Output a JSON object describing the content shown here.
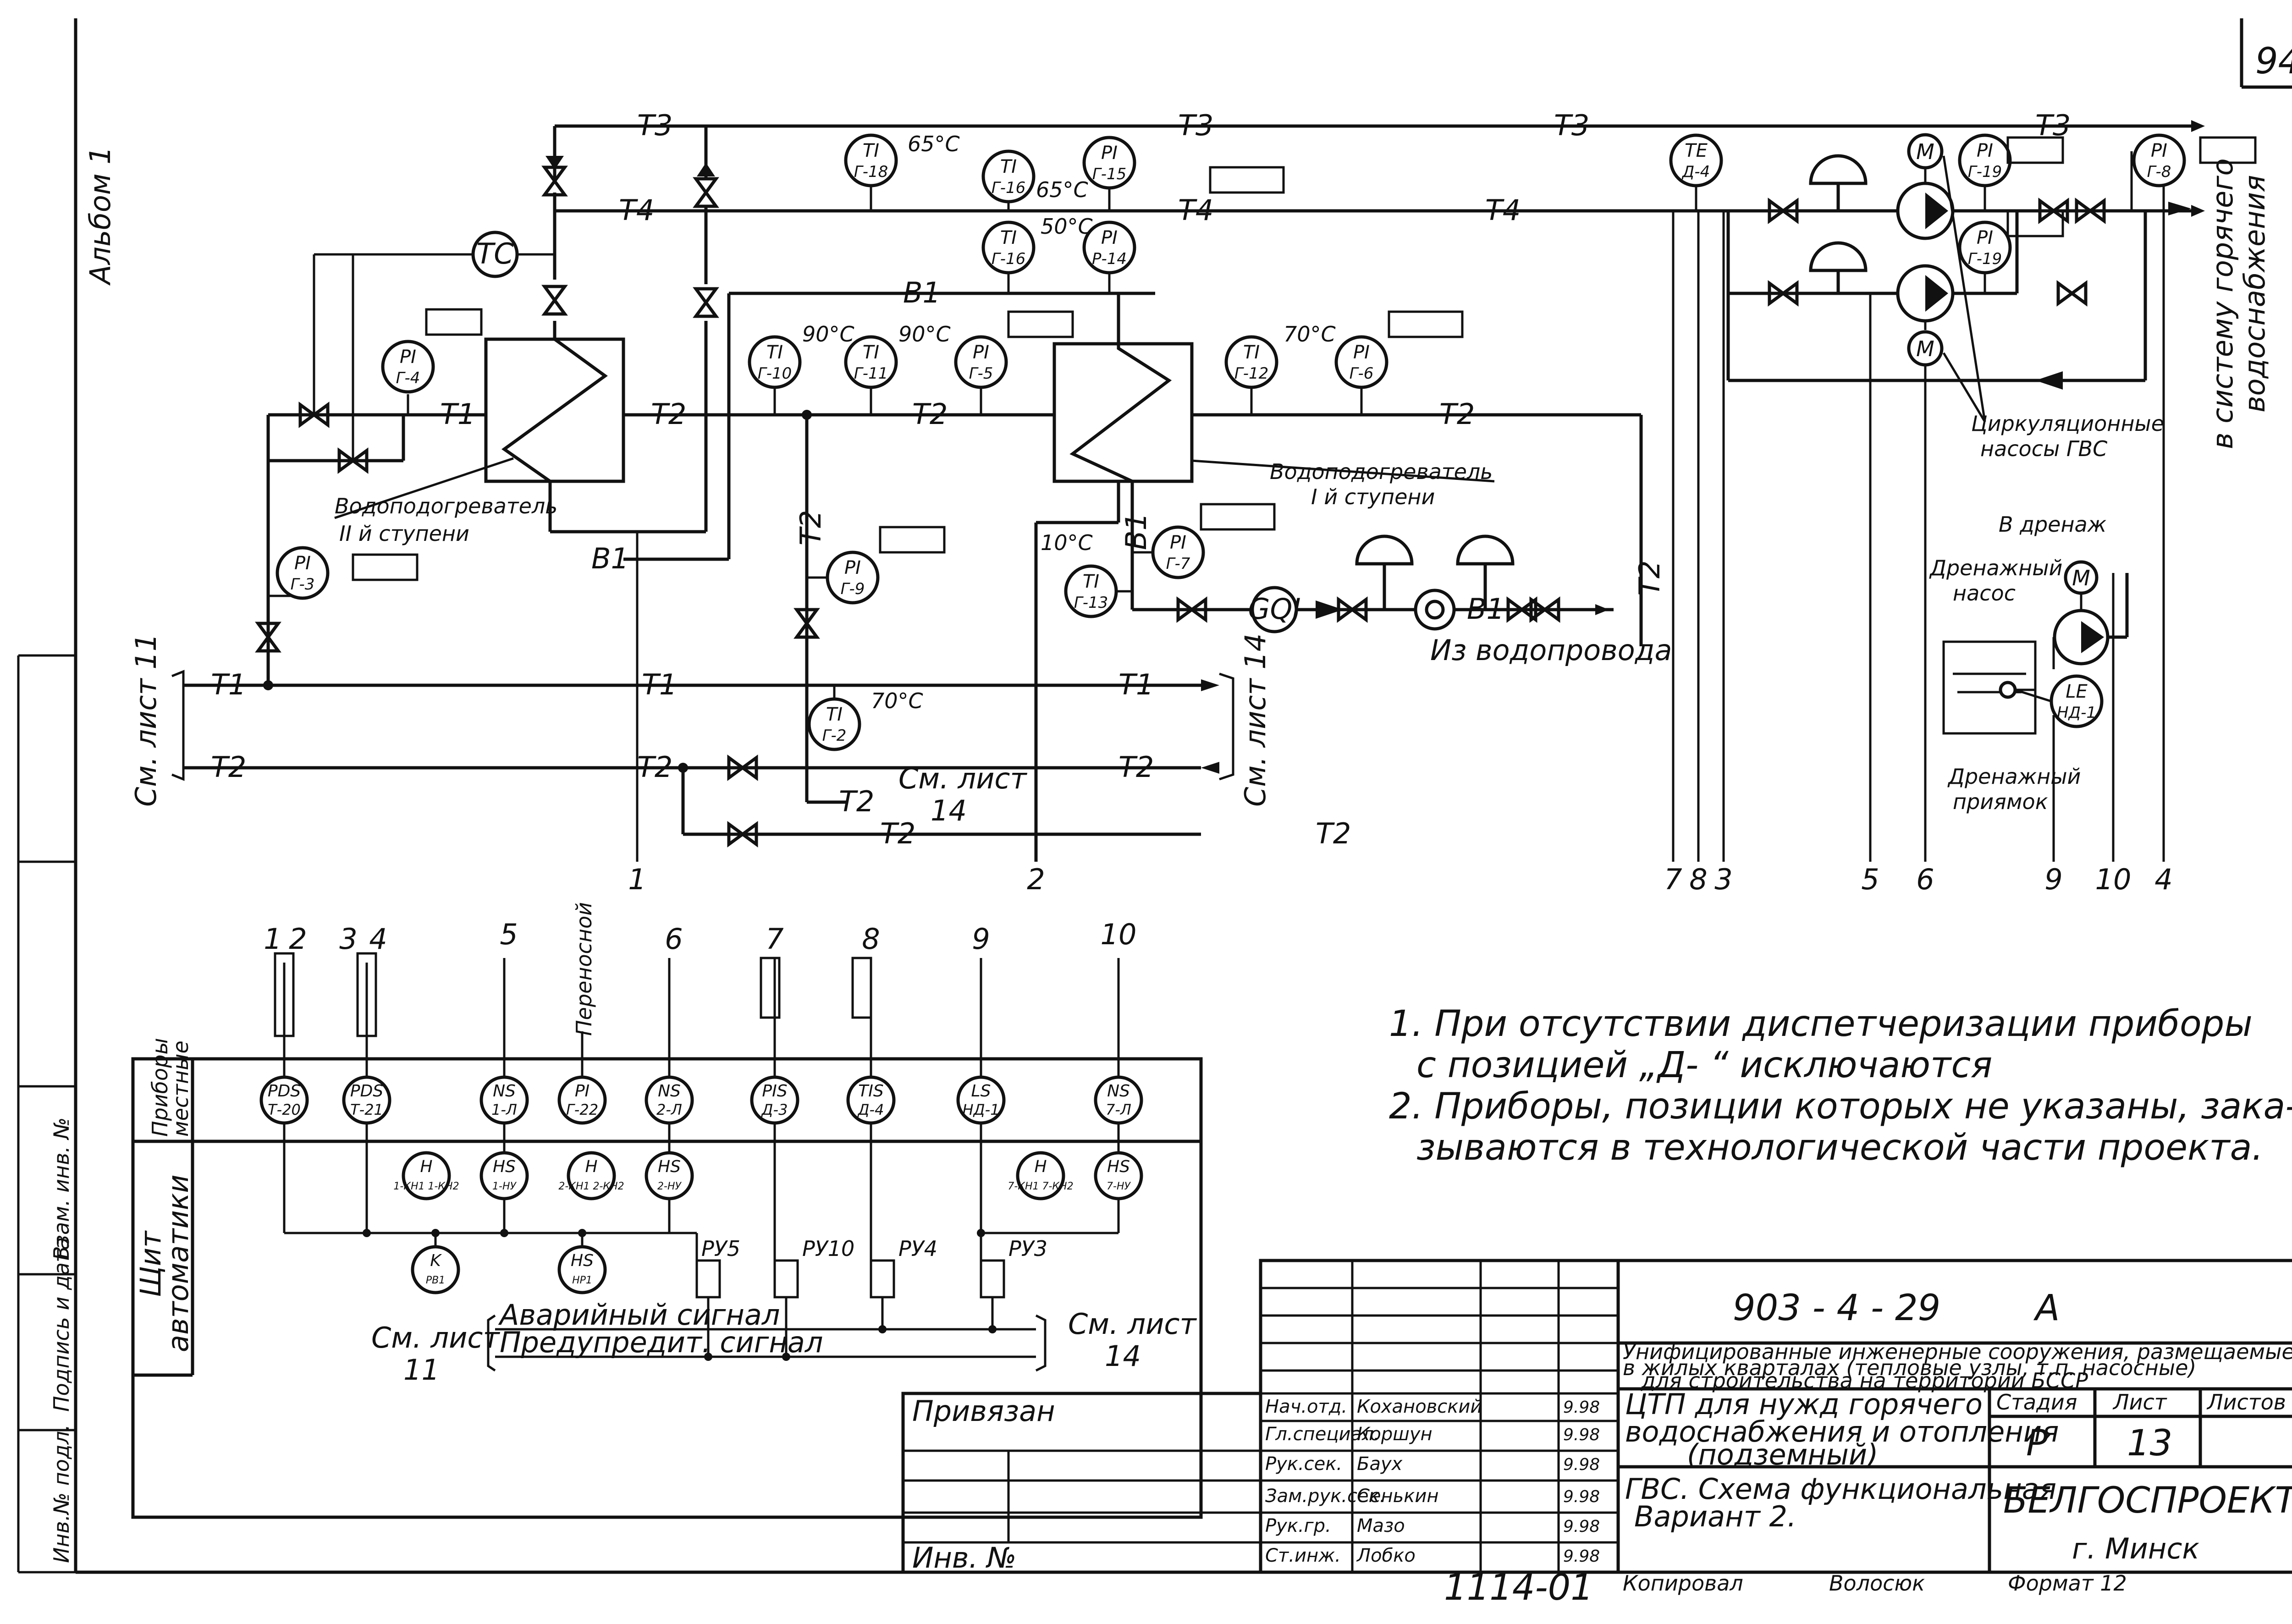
{
  "page_number": "94",
  "album": "Альбом 1",
  "line_labels": {
    "t1": "Т1",
    "t2": "Т2",
    "t3": "Т3",
    "t4": "Т4",
    "b1": "В1"
  },
  "instruments": {
    "pi_g4": [
      "PI",
      "Г-4"
    ],
    "pi_g3": [
      "PI",
      "Г-3"
    ],
    "tc": "ТС",
    "ti_g18": [
      "TI",
      "Г-18"
    ],
    "ti_g16a": [
      "TI",
      "Г-16"
    ],
    "pi_g15": [
      "PI",
      "Г-15"
    ],
    "ti_g16b": [
      "TI",
      "Г-16"
    ],
    "pi_p14": [
      "PI",
      "Р-14"
    ],
    "ti_g10": [
      "TI",
      "Г-10"
    ],
    "ti_g11": [
      "TI",
      "Г-11"
    ],
    "pi_g5": [
      "PI",
      "Г-5"
    ],
    "ti_g12": [
      "TI",
      "Г-12"
    ],
    "pi_g6": [
      "PI",
      "Г-6"
    ],
    "pi_g9": [
      "PI",
      "Г-9"
    ],
    "ti_g2": [
      "TI",
      "Г-2"
    ],
    "pi_g7": [
      "PI",
      "Г-7"
    ],
    "ti_g13": [
      "TI",
      "Г-13"
    ],
    "gqi": "GQI",
    "te_d4": [
      "ТЕ",
      "Д-4"
    ],
    "pi_g19a": [
      "PI",
      "Г-19"
    ],
    "pi_g19b": [
      "PI",
      "Г-19"
    ],
    "pi_g8": [
      "PI",
      "Г-8"
    ],
    "le_nd1": [
      "LE",
      "НД-1"
    ],
    "m": "М"
  },
  "temperatures": {
    "t65a": "65°С",
    "t65b": "65°С",
    "t50": "50°С",
    "t90a": "90°С",
    "t90b": "90°С",
    "t70a": "70°С",
    "t70b": "70°С",
    "t10": "10°С"
  },
  "labels": {
    "heater2": "Водоподогреватель",
    "heater2_stage": "II й ступени",
    "heater1": "Водоподогреватель",
    "heater1_stage": "I й ступени",
    "from_water": "Из водопровода",
    "circ_pumps_1": "Циркуляционные",
    "circ_pumps_2": "насосы ГВС",
    "to_hws_1": "в систему горячего",
    "to_hws_2": "водоснабжения",
    "to_drain": "В дренаж",
    "drain_pump_1": "Дренажный",
    "drain_pump_2": "насос",
    "drain_pit_1": "Дренажный",
    "drain_pit_2": "приямок",
    "see_sheet_11": "См. лист 11",
    "see_sheet_14a": "См. лист 14",
    "see_sheet_14b": "См. лист",
    "see_sheet_14b_n": "14",
    "see_11_a": "См. лист",
    "see_11_b": "11",
    "see_14_a": "См. лист",
    "see_14_b": "14",
    "alarm": "Аварийный сигнал",
    "warning": "Предупредит. сигнал",
    "portable": "Переносной"
  },
  "lead_numbers_upper": [
    "1",
    "2",
    "7",
    "8",
    "3",
    "5",
    "6",
    "9",
    "10",
    "4"
  ],
  "lead_numbers_lower": [
    "1",
    "2",
    "3",
    "4",
    "5",
    "6",
    "7",
    "8",
    "9",
    "10"
  ],
  "panel": {
    "row_local_1": "Приборы",
    "row_local_2": "местные",
    "row_panel_1": "Щит",
    "row_panel_2": "автоматики",
    "local_devices": [
      [
        "PDS",
        "Т-20"
      ],
      [
        "PDS",
        "Т-21"
      ],
      [
        "NS",
        "1-Л"
      ],
      [
        "PI",
        "Г-22"
      ],
      [
        "NS",
        "2-Л"
      ],
      [
        "PIS",
        "Д-3"
      ],
      [
        "TIS",
        "Д-4"
      ],
      [
        "LS",
        "НД-1"
      ],
      [
        "NS",
        "7-Л"
      ]
    ],
    "panel_devices": [
      [
        "H",
        "1-КН1 1-КН2"
      ],
      [
        "HS",
        "1-НУ"
      ],
      [
        "H",
        "2-КН1 2-КН2"
      ],
      [
        "HS",
        "2-НУ"
      ],
      [
        "H",
        "7-КН1 7-КН2"
      ],
      [
        "HS",
        "7-НУ"
      ],
      [
        "K",
        "РВ1"
      ],
      [
        "HS",
        "НР1"
      ]
    ],
    "relays": [
      "РУ5",
      "РУ10",
      "РУ4",
      "РУ3"
    ]
  },
  "notes": [
    "1. При отсутствии диспетчеризации приборы",
    "с позицией „Д- “ исключаются",
    "2. Приборы, позиции которых не указаны, зака-",
    "зываются в технологической части проекта."
  ],
  "title_block": {
    "code": "903 - 4 - 29",
    "letter": "А",
    "project_1": "Унифицированные инженерные сооружения, размещаемые",
    "project_2": "в жилых кварталах (тепловые узлы, т.п. насосные)",
    "project_3": "для строительства на территории БССР",
    "title_1": "ЦТП для нужд горячего",
    "title_2": "водоснабжения и отопления",
    "title_3": "(подземный)",
    "sheet_title_1": "ГВС. Схема функциональная",
    "sheet_title_2": "Вариант 2.",
    "stage_h": "Стадия",
    "sheet_h": "Лист",
    "sheets_h": "Листов",
    "stage": "Р",
    "sheet": "13",
    "org_1": "БЕЛГОСПРОЕКТ",
    "org_2": "г. Минск",
    "bound": "Привязан",
    "inv": "Инв. №",
    "roles": [
      "Нач.отд.",
      "Гл.специал.",
      "Рук.сек.",
      "Зам.рук.сек.",
      "Рук.гр.",
      "Ст.инж."
    ],
    "names": [
      "Кохановский",
      "Коршун",
      "Баух",
      "Сенькин",
      "Мазо",
      "Лобко"
    ],
    "dates": [
      "9.98",
      "9.98",
      "9.98",
      "9.98",
      "9.98",
      "9.98"
    ],
    "copied": "Копировал",
    "copier": "Волосюк",
    "format": "Формат 12",
    "archive": "1114-01",
    "margin_1": "Инв.№ подл.",
    "margin_2": "Подпись и дата",
    "margin_3": "Взам. инв. №"
  }
}
